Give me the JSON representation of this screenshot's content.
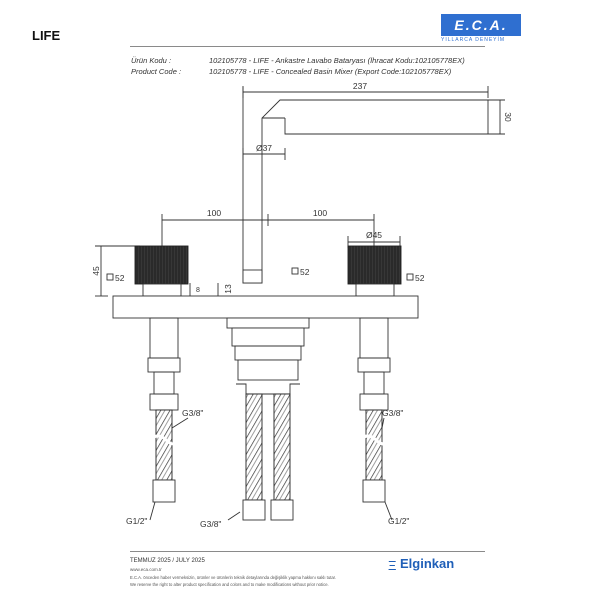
{
  "header": {
    "logo_text": "E.C.A.",
    "logo_tagline": "YILLARCA DENEYİM",
    "title": "LIFE"
  },
  "product": {
    "urun_kodu_label": "Ürün Kodu :",
    "urun_kodu_value": "102105778 - LIFE - Ankastre Lavabo Bataryası (İhracat Kodu:102105778EX)",
    "product_code_label": "Product Code :",
    "product_code_value": "102105778 - LIFE - Concealed Basin Mixer (Export Code:102105778EX)"
  },
  "dimensions": {
    "spout_length": "237",
    "spout_height": "30",
    "spout_diameter": "Ø37",
    "left_spacing": "100",
    "right_spacing": "100",
    "handle_diameter": "Ø45",
    "handle_height": "45",
    "base_left": "52",
    "base_center": "52",
    "base_right": "52",
    "rim_height": "13",
    "rim_small": "8",
    "thread_left": "G3/8\"",
    "thread_right": "G3/8\"",
    "thread_center": "G3/8\"",
    "outlet_left": "G1/2\"",
    "outlet_right": "G1/2\""
  },
  "footer": {
    "date": "TEMMUZ 2025 / JULY 2025",
    "website": "www.eca.com.tr",
    "note_tr": "E.C.A. önceden haber vermeksizin, ürünler ve ürünlerin teknik detaylarında değişiklik yapma hakkını saklı tutar.",
    "note_en": "We reserve the right to alter product specification and colors and to make modifications without prior notice.",
    "brand": "Elginkan"
  },
  "colors": {
    "logo_blue": "#2f6fd0",
    "brand_blue": "#1f5fb8",
    "line": "#333333"
  }
}
